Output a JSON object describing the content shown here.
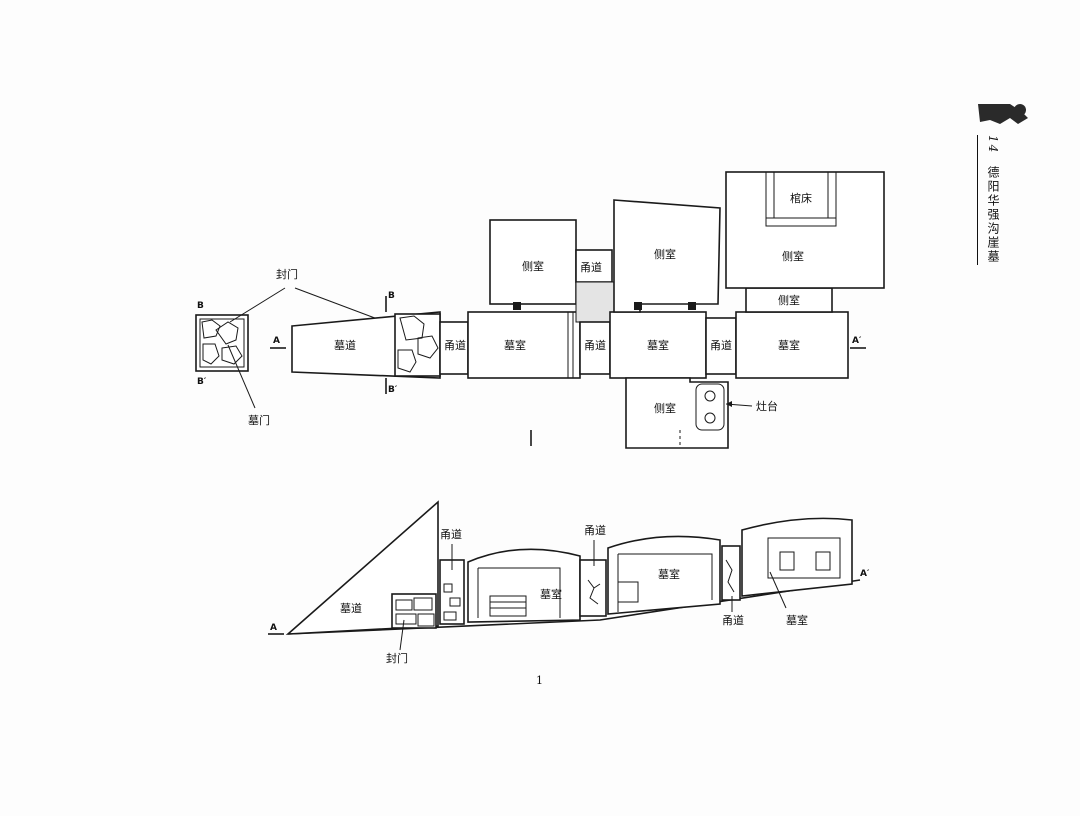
{
  "header": {
    "chapter_number": "14",
    "chapter_title": "德阳华强沟崖墓"
  },
  "plan": {
    "labels": {
      "sealed_door": "封门",
      "tomb_door": "墓门",
      "passage": "墓道",
      "corridor": "甬道",
      "chamber": "墓室",
      "side_room": "侧室",
      "coffin_bed": "棺床",
      "stove": "灶台",
      "section_a": "A",
      "section_a_prime": "A′",
      "section_b": "B",
      "section_b_prime": "B′",
      "scale_mark": "|"
    }
  },
  "section": {
    "labels": {
      "passage": "墓道",
      "corridor": "甬道",
      "chamber": "墓室",
      "sealed_door": "封门",
      "section_a": "A",
      "section_a_prime": "A′"
    }
  },
  "footer": {
    "figure_number": "1"
  },
  "colors": {
    "ink": "#1a1a1a",
    "paper": "#fdfdfd"
  },
  "icons": {
    "corner_ornament": "figurine-icon"
  }
}
